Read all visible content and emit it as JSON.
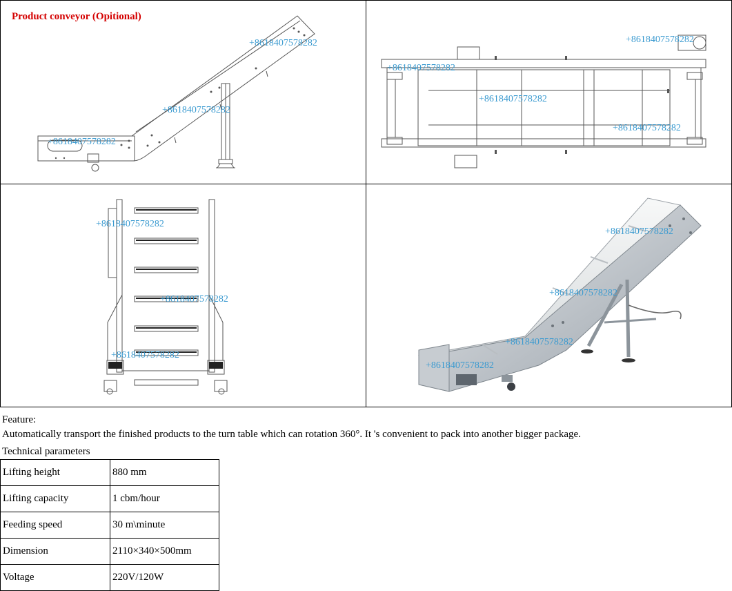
{
  "caption": "Product conveyor (Opitional)",
  "watermark": "+8618407578282",
  "feature": {
    "label": "Feature:",
    "text": "Automatically transport the finished products to the turn table which can rotation 360°. It 's convenient to pack into another bigger package."
  },
  "params": {
    "title": "Technical parameters",
    "rows": [
      {
        "k": "Lifting height",
        "v": "880 mm"
      },
      {
        "k": "Lifting capacity",
        "v": "1 cbm/hour"
      },
      {
        "k": "Feeding speed",
        "v": "30 m\\minute"
      },
      {
        "k": "Dimension",
        "v": "2110×340×500mm"
      },
      {
        "k": "Voltage",
        "v": "220V/120W"
      }
    ]
  }
}
